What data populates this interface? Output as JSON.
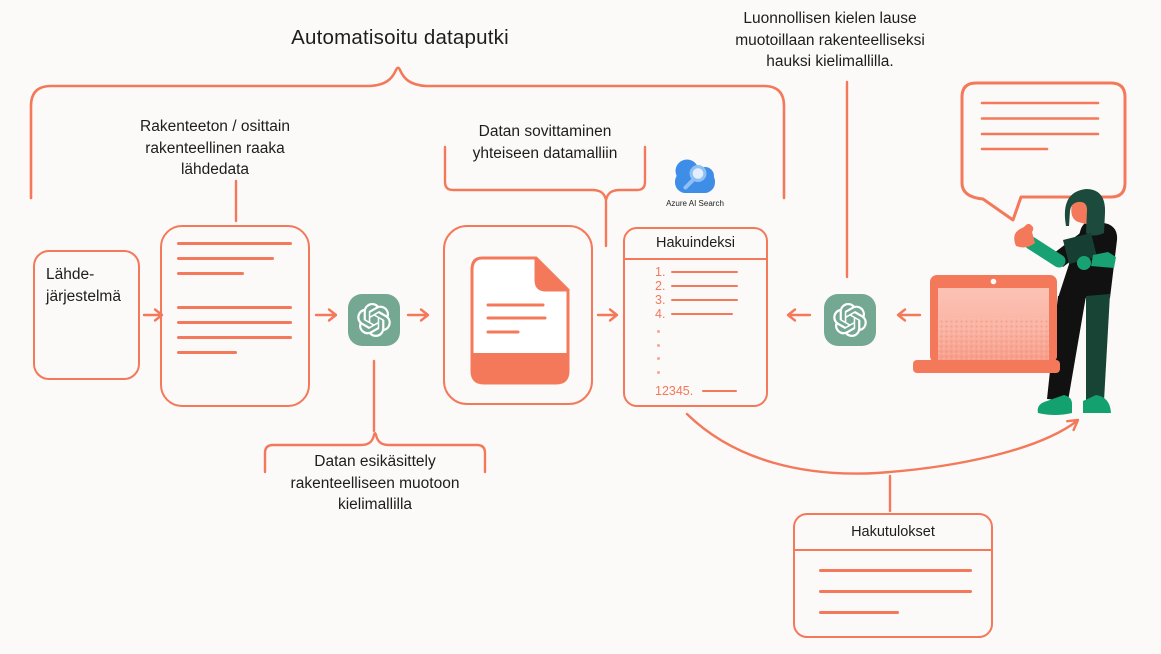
{
  "title": "Automatisoitu dataputki",
  "annotations": {
    "raw_source": [
      "Rakenteeton / osittain",
      "rakenteellinen raaka",
      "lähdedata"
    ],
    "data_mapping": [
      "Datan sovittaminen",
      "yhteiseen datamalliin"
    ],
    "preprocess": [
      "Datan esikäsittely",
      "rakenteelliseen muotoon",
      "kielimallilla"
    ],
    "natural_language": [
      "Luonnollisen kielen lause",
      "muotoillaan rakenteelliseksi",
      "hauksi kielimallilla."
    ]
  },
  "source_system": {
    "label_lines": [
      "Lähde-",
      "järjestelmä"
    ]
  },
  "search_index": {
    "title": "Hakuindeksi",
    "items": [
      "1.",
      "2.",
      "3.",
      "4."
    ],
    "last_item": "12345."
  },
  "search_results": {
    "title": "Hakutulokset"
  },
  "azure_search": {
    "label": "Azure AI Search"
  },
  "icons": {
    "openai_model": "openai-logo-icon",
    "azure": "azure-ai-search-icon"
  },
  "colors": {
    "coral": "#F4795B",
    "sage_green": "#74A892",
    "dark_green": "#1C4A3C",
    "leg_green": "#174434",
    "bright_green": "#13A26F",
    "teal_sleeve": "#18A173",
    "azure_blue": "#3E8EE8",
    "screen_pink": "#FAB4A4",
    "text": "#1D1D1D",
    "background": "#FBFAF8"
  }
}
